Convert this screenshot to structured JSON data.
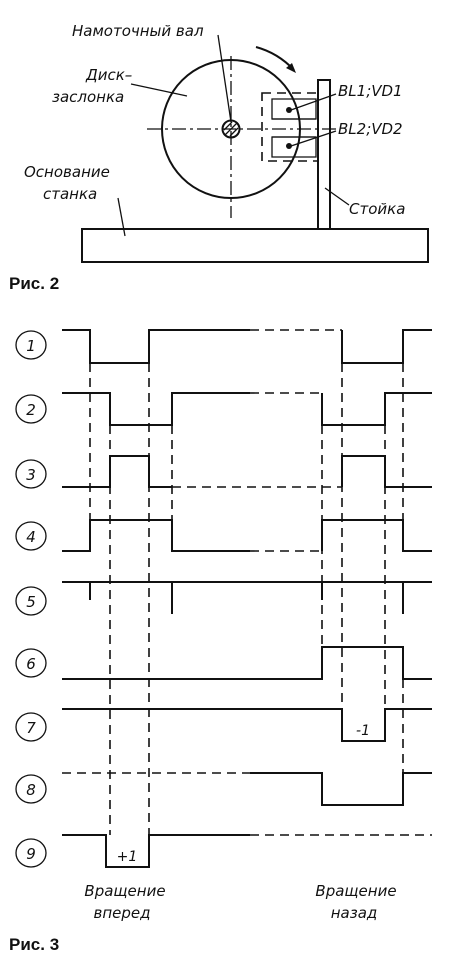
{
  "fig2": {
    "caption": "Рис. 2",
    "labels": {
      "shaft": "Намоточный вал",
      "disk_line1": "Диск–",
      "disk_line2": "заслонка",
      "sensor1": "BL1;VD1",
      "sensor2": "BL2;VD2",
      "base_line1": "Основание",
      "base_line2": "станка",
      "post": "Стойка"
    }
  },
  "fig3": {
    "caption": "Рис. 3",
    "rows": [
      {
        "id": "1"
      },
      {
        "id": "2"
      },
      {
        "id": "3"
      },
      {
        "id": "4"
      },
      {
        "id": "5"
      },
      {
        "id": "6"
      },
      {
        "id": "7"
      },
      {
        "id": "8"
      },
      {
        "id": "9"
      }
    ],
    "pulse_labels": {
      "row7": "-1",
      "row9": "+1"
    },
    "forward_line1": "Вращение",
    "forward_line2": "вперед",
    "backward_line1": "Вращение",
    "backward_line2": "назад"
  }
}
